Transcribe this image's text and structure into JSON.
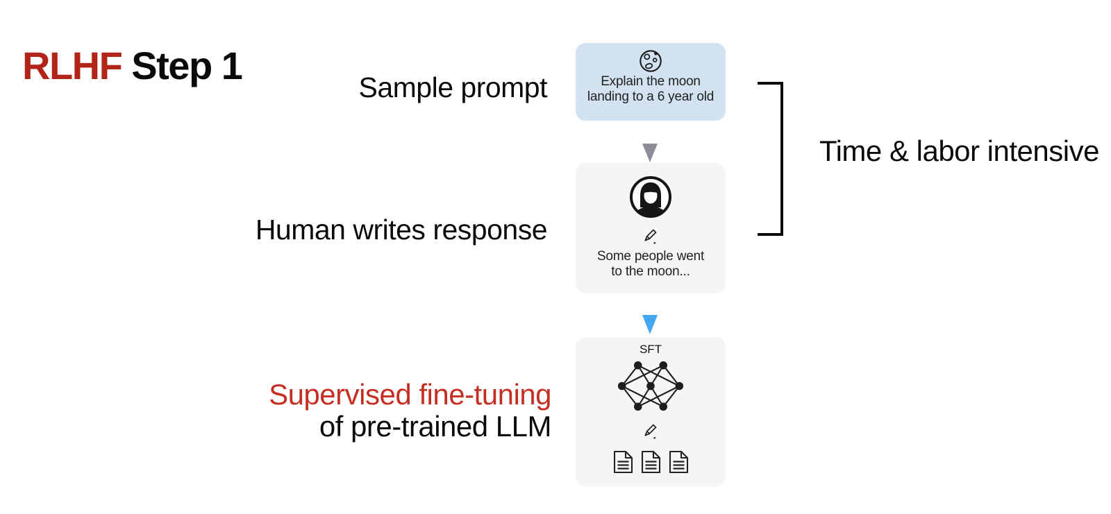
{
  "title": {
    "highlight": "RLHF",
    "rest": "Step 1"
  },
  "left_labels": {
    "sample_prompt": "Sample prompt",
    "human_response": "Human writes response",
    "supervised_line1": "Supervised fine-tuning",
    "supervised_line2": "of pre-trained LLM"
  },
  "right_label": {
    "time_labor": "Time & labor intensive"
  },
  "cards": {
    "prompt": {
      "icon": "moon-icon",
      "line1": "Explain the moon",
      "line2": "landing to a 6 year old",
      "bg": "#d2e2f1"
    },
    "response": {
      "icons": [
        "person-avatar-icon",
        "pencil-icon"
      ],
      "line1": "Some people went",
      "line2": "to the moon...",
      "bg": "#f5f5f3"
    },
    "sft": {
      "label": "SFT",
      "icons": [
        "neural-network-icon",
        "pencil-icon",
        "document-icon",
        "document-icon",
        "document-icon"
      ],
      "bg": "#f5f5f3"
    }
  },
  "arrows": {
    "prompt_to_response": "arrow-down-gray",
    "response_to_sft": "arrow-down-blue"
  },
  "colors": {
    "title_red": "#b22318",
    "supervised_red": "#c52f23",
    "text_black": "#0a0a0a",
    "arrow_gray": "#8d8d9a",
    "arrow_blue": "#45a7f2",
    "prompt_card_bg": "#d2e2f1",
    "gray_card_bg": "#f5f5f3",
    "icon_stroke": "#1a1a1a"
  }
}
